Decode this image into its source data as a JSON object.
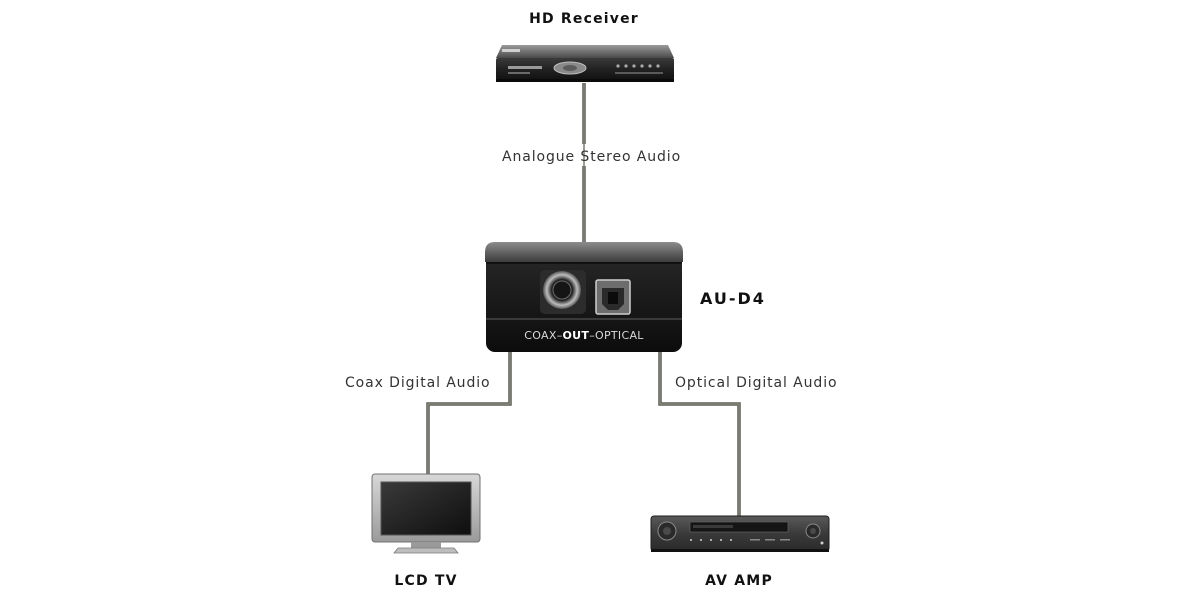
{
  "devices": {
    "source": {
      "label": "HD Receiver"
    },
    "converter": {
      "label": "AU-D4",
      "panel": {
        "left": "COAX–",
        "middle": "OUT",
        "right": "–OPTICAL"
      }
    },
    "display": {
      "label": "LCD TV"
    },
    "amplifier": {
      "label": "AV AMP"
    }
  },
  "connections": {
    "input": {
      "label": "Analogue  Stereo Audio"
    },
    "coax": {
      "label": "Coax Digital Audio"
    },
    "optical": {
      "label": "Optical Digital Audio"
    }
  },
  "colors": {
    "cable": "#7a7a72",
    "device_body": "#1c1c1c"
  },
  "icons": {
    "source": "set-top-box-icon",
    "converter": "audio-converter-icon",
    "display": "lcd-tv-icon",
    "amplifier": "av-receiver-icon"
  }
}
